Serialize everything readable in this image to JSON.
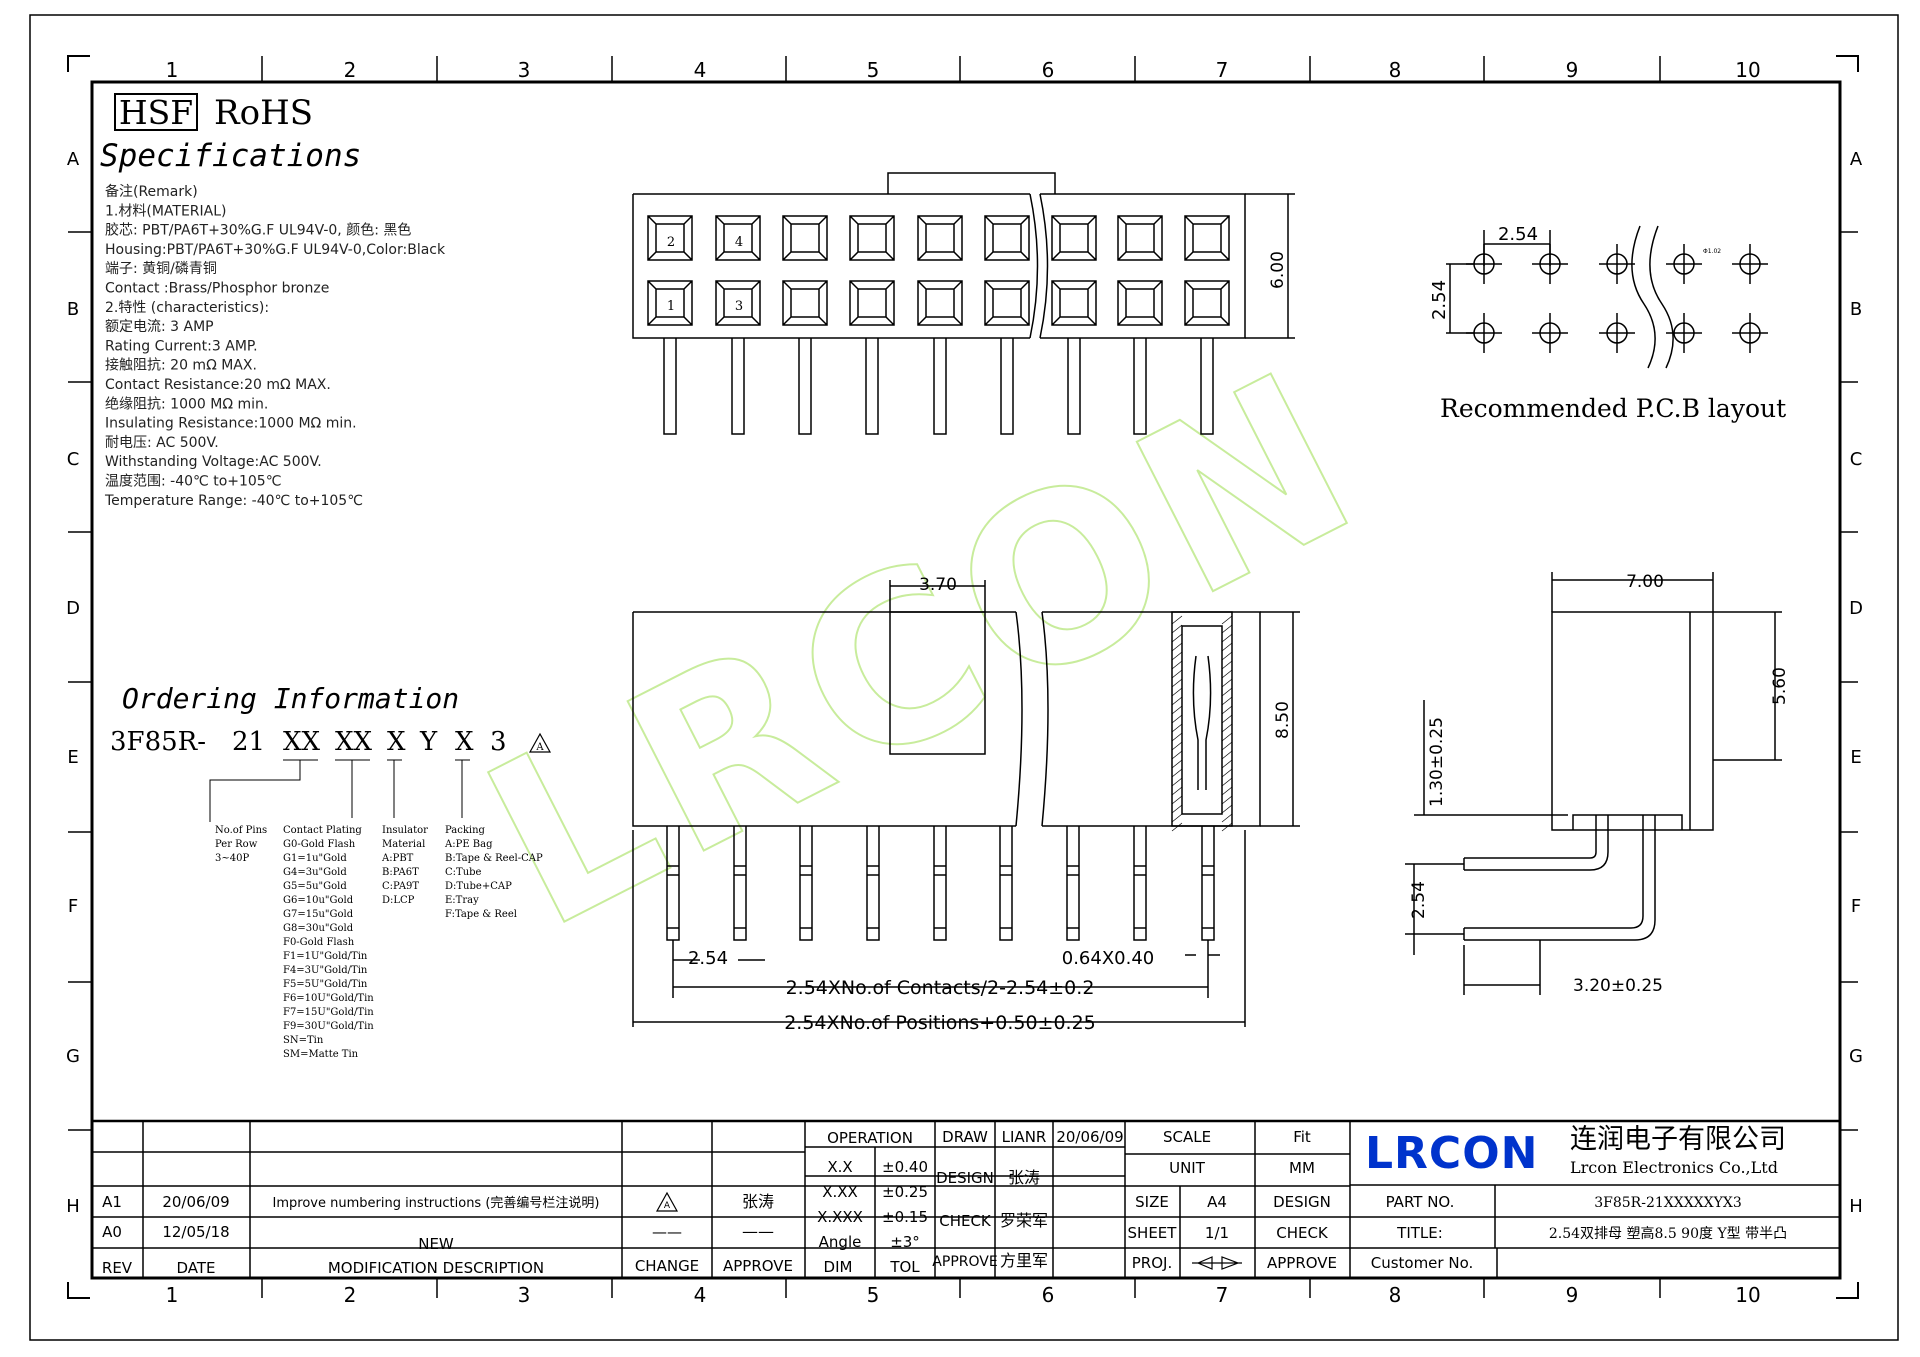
{
  "frame": {
    "columns": [
      "1",
      "2",
      "3",
      "4",
      "5",
      "6",
      "7",
      "8",
      "9",
      "10"
    ],
    "rows": [
      "A",
      "B",
      "C",
      "D",
      "E",
      "F",
      "G",
      "H"
    ]
  },
  "header": {
    "hsf": "HSF",
    "rohs": "RoHS",
    "specifications": "Specifications"
  },
  "specs": [
    "备注(Remark)",
    "1.材料(MATERIAL)",
    "胶芯: PBT/PA6T+30%G.F UL94V-0, 颜色: 黑色",
    "Housing:PBT/PA6T+30%G.F UL94V-0,Color:Black",
    "端子: 黄铜/磷青铜",
    "Contact :Brass/Phosphor bronze",
    "2.特性 (characteristics):",
    "额定电流: 3 AMP",
    "Rating Current:3 AMP.",
    "接触阻抗: 20 mΩ MAX.",
    "Contact Resistance:20 mΩ MAX.",
    "绝缘阻抗: 1000 MΩ min.",
    "Insulating Resistance:1000 MΩ  min.",
    "耐电压: AC 500V.",
    "Withstanding Voltage:AC 500V.",
    "温度范围: -40℃ to+105℃",
    "Temperature Range: -40℃ to+105℃"
  ],
  "ordering": {
    "title": "Ordering Information",
    "part": {
      "prefix": "3F85R-",
      "n": "21",
      "xx1": "XX",
      "xx2": "XX",
      "x1": "X",
      "y": "Y",
      "x2": "X",
      "n3": "3",
      "rev": "A"
    },
    "no_of_pins": [
      "No.of Pins",
      "Per Row",
      "3~40P"
    ],
    "contact_plating": [
      "Contact Plating",
      "G0-Gold Flash",
      "G1=1u\"Gold",
      "G4=3u\"Gold",
      "G5=5u\"Gold",
      "G6=10u\"Gold",
      "G7=15u\"Gold",
      "G8=30u\"Gold",
      "F0-Gold Flash",
      "F1=1U\"Gold/Tin",
      "F4=3U\"Gold/Tin",
      "F5=5U\"Gold/Tin",
      "F6=10U\"Gold/Tin",
      "F7=15U\"Gold/Tin",
      "F9=30U\"Gold/Tin",
      "SN=Tin",
      "SM=Matte Tin"
    ],
    "insulator": [
      "Insulator",
      "Material",
      "A:PBT",
      "B:PA6T",
      "C:PA9T",
      "D:LCP"
    ],
    "packing": [
      "Packing",
      "A:PE Bag",
      "B:Tape & Reel-CAP",
      "C:Tube",
      "D:Tube+CAP",
      "E:Tray",
      "F:Tape & Reel"
    ]
  },
  "top_view": {
    "pin_labels": [
      "2",
      "4",
      "1",
      "3"
    ],
    "height_dim": "6.00"
  },
  "pcb": {
    "pitch_h": "2.54",
    "pitch_v": "2.54",
    "hole": "Φ1.02",
    "caption": "Recommended P.C.B layout"
  },
  "front_view": {
    "dim_key": "3.70",
    "dim_height": "8.50",
    "dim_pitch": "2.54",
    "dim_pin": "0.64X0.40",
    "dim_contacts": "2.54XNo.of Contacts/2-2.54±0.2",
    "dim_positions": "2.54XNo.of Positions+0.50±0.25"
  },
  "side_view": {
    "dim_width": "7.00",
    "dim_height": "5.60",
    "dim_offset": "1.30±0.25",
    "dim_pitch": "2.54",
    "dim_tail": "3.20±0.25"
  },
  "watermark": "LRCON",
  "title_block": {
    "revisions": [
      {
        "rev": "A1",
        "date": "20/06/09",
        "desc": "Improve numbering instructions (完善编号栏注说明)",
        "change": "A",
        "approve": "张涛"
      },
      {
        "rev": "A0",
        "date": "12/05/18",
        "desc": "NEW",
        "change": "——",
        "approve": "——"
      }
    ],
    "rev_headers": {
      "rev": "REV",
      "date": "DATE",
      "desc": "MODIFICATION DESCRIPTION",
      "change": "CHANGE",
      "approve": "APPROVE"
    },
    "operation": "OPERATION",
    "tolerances": [
      {
        "dim": "X.X",
        "tol": "±0.40"
      },
      {
        "dim": "X.XX",
        "tol": "±0.25"
      },
      {
        "dim": "X.XXX",
        "tol": "±0.15"
      },
      {
        "dim": "Angle",
        "tol": "±3°"
      }
    ],
    "dim_hdr": "DIM",
    "tol_hdr": "TOL",
    "draw": "DRAW",
    "draw_by": "LIANR",
    "draw_date": "20/06/09",
    "design": "DESIGN",
    "design_by": "张涛",
    "check": "CHECK",
    "check_by": "罗荣军",
    "approve": "APPROVE",
    "approve_by": "方里军",
    "scale": "SCALE",
    "scale_val": "Fit",
    "unit": "UNIT",
    "unit_val": "MM",
    "size": "SIZE",
    "size_val": "A4",
    "sheet": "SHEET",
    "sheet_val": "1/1",
    "proj": "PROJ.",
    "design2": "DESIGN",
    "check2": "CHECK",
    "approve2": "APPROVE",
    "company_logo": "LRCON",
    "company_cn": "连润电子有限公司",
    "company_en": "Lrcon Electronics Co.,Ltd",
    "part_no_label": "PART NO.",
    "part_no": "3F85R-21XXXXXYX3",
    "title_label": "TITLE:",
    "title": "2.54双排母 塑高8.5  90度 Y型  带半凸",
    "customer_no": "Customer No."
  },
  "colors": {
    "logo": "#0033cc",
    "watermark": "#c8ec9c",
    "line": "#000000"
  }
}
